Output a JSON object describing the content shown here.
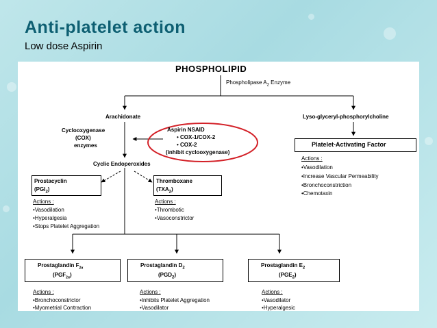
{
  "title": "Anti-platelet action",
  "subtitle": "Low dose Aspirin",
  "diagram": {
    "phospholipid": "PHOSPHOLIPID",
    "phospholipase": "Phospholipase A",
    "phospholipase_sub": "2",
    "phospholipase_suffix": " Enzyme",
    "arachidonate": "Arachidonate",
    "lyso": "Lyso-glyceryl-phosphorylcholine",
    "cox_line1": "Cyclooxygenase",
    "cox_line2": "(COX)",
    "cox_line3": "enzymes",
    "aspirin_line1": "Aspirin NSAID",
    "aspirin_line2": "• COX-1/COX-2",
    "aspirin_line3": "• COX-2",
    "aspirin_line4": "(inhibit cyclooxygenase)",
    "paf": "Platelet-Activating Factor",
    "paf_actions": "Actions :",
    "paf_items": [
      "•Vasodilation",
      "•Increase Vascular Permeability",
      "•Bronchoconstriction",
      "•Chemotaxin"
    ],
    "cyclic": "Cyclic Endoperoxides",
    "prostacyclin_line1": "Prostacyclin",
    "prostacyclin_line2": "(PGI",
    "prostacyclin_sub": "2",
    "prostacyclin_end": ")",
    "prostacyclin_actions": "Actions :",
    "prostacyclin_items": [
      "•Vasodilation",
      "•Hyperalgesia",
      "•Stops Platelet Aggregation"
    ],
    "thromboxane_line1": "Thromboxane",
    "thromboxane_line2": "(TXA",
    "thromboxane_sub": "2",
    "thromboxane_end": ")",
    "thromboxane_actions": "Actions :",
    "thromboxane_items": [
      "•Thrombotic",
      "•Vasoconstrictor"
    ],
    "pgf_line1": "Prostaglandin F",
    "pgf_sub": "2α",
    "pgf_line2": "(PGF",
    "pgf_sub2": "2α",
    "pgf_end": ")",
    "pgf_actions": "Actions :",
    "pgf_items": [
      "•Bronchoconstrictor",
      "•Myometrial Contraction"
    ],
    "pgd_line1": "Prostaglandin D",
    "pgd_sub": "2",
    "pgd_line2": "(PGD",
    "pgd_sub2": "2",
    "pgd_end": ")",
    "pgd_actions": "Actions :",
    "pgd_items": [
      "•Inhibits Platelet Aggregation",
      "•Vasodilator"
    ],
    "pge_line1": "Prostaglandin E",
    "pge_sub": "2",
    "pge_line2": "(PGE",
    "pge_sub2": "2",
    "pge_end": ")",
    "pge_actions": "Actions :",
    "pge_items": [
      "•Vasodilator",
      "•Hyperalgesic"
    ]
  },
  "colors": {
    "title": "#0e5f72",
    "highlight_ring": "#d32027",
    "background": "#bfe6ea"
  }
}
